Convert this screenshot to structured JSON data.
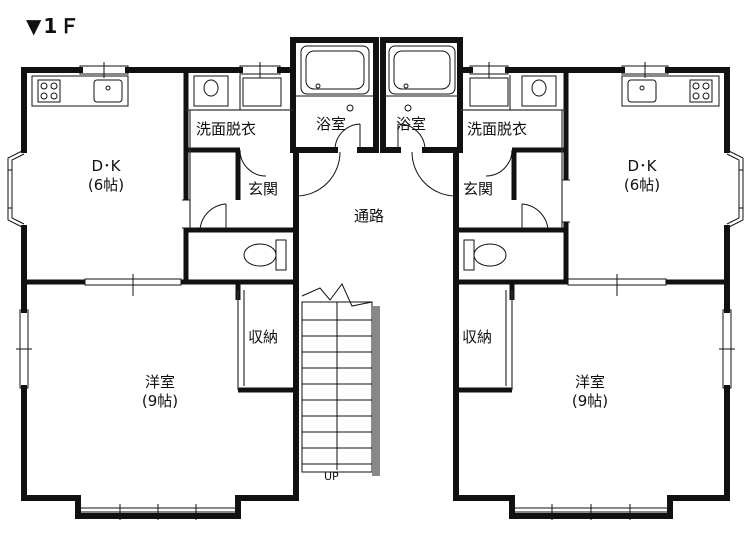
{
  "floor_label": "▼1Ｆ",
  "rooms": {
    "bath_left": "浴室",
    "bath_right": "浴室",
    "dressing_left": "洗面脱衣",
    "dressing_right": "洗面脱衣",
    "dk_left_name": "D･K",
    "dk_left_size": "(6帖)",
    "dk_right_name": "D･K",
    "dk_right_size": "(6帖)",
    "entrance_left": "玄関",
    "entrance_right": "玄関",
    "corridor": "通路",
    "storage_left": "収納",
    "storage_right": "収納",
    "western_left_name": "洋室",
    "western_left_size": "(9帖)",
    "western_right_name": "洋室",
    "western_right_size": "(9帖)"
  },
  "stairs_label": "UP"
}
